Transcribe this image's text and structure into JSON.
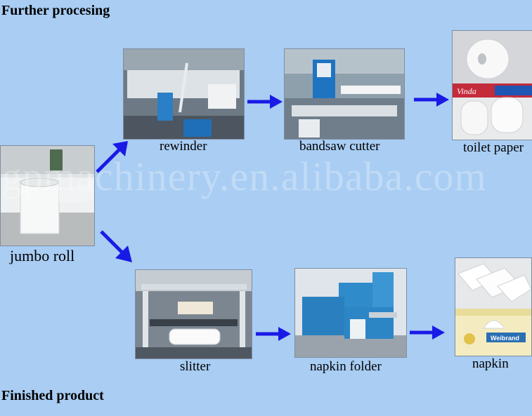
{
  "headings": {
    "top": "Further procesing",
    "bottom": "Finished product"
  },
  "nodes": {
    "jumbo_roll": "jumbo roll",
    "rewinder": "rewinder",
    "bandsaw_cutter": "bandsaw cutter",
    "toilet_paper": "toilet paper",
    "slitter": "slitter",
    "napkin_folder": "napkin folder",
    "napkin": "napkin"
  },
  "photo_text": {
    "brand_vinda": "Vinda",
    "brand_weibrand": "Weibrand"
  },
  "watermark": "gpmachinery.en.alibaba.com",
  "colors": {
    "background": "#a9cdf3",
    "arrow": "#1a1ae6"
  }
}
